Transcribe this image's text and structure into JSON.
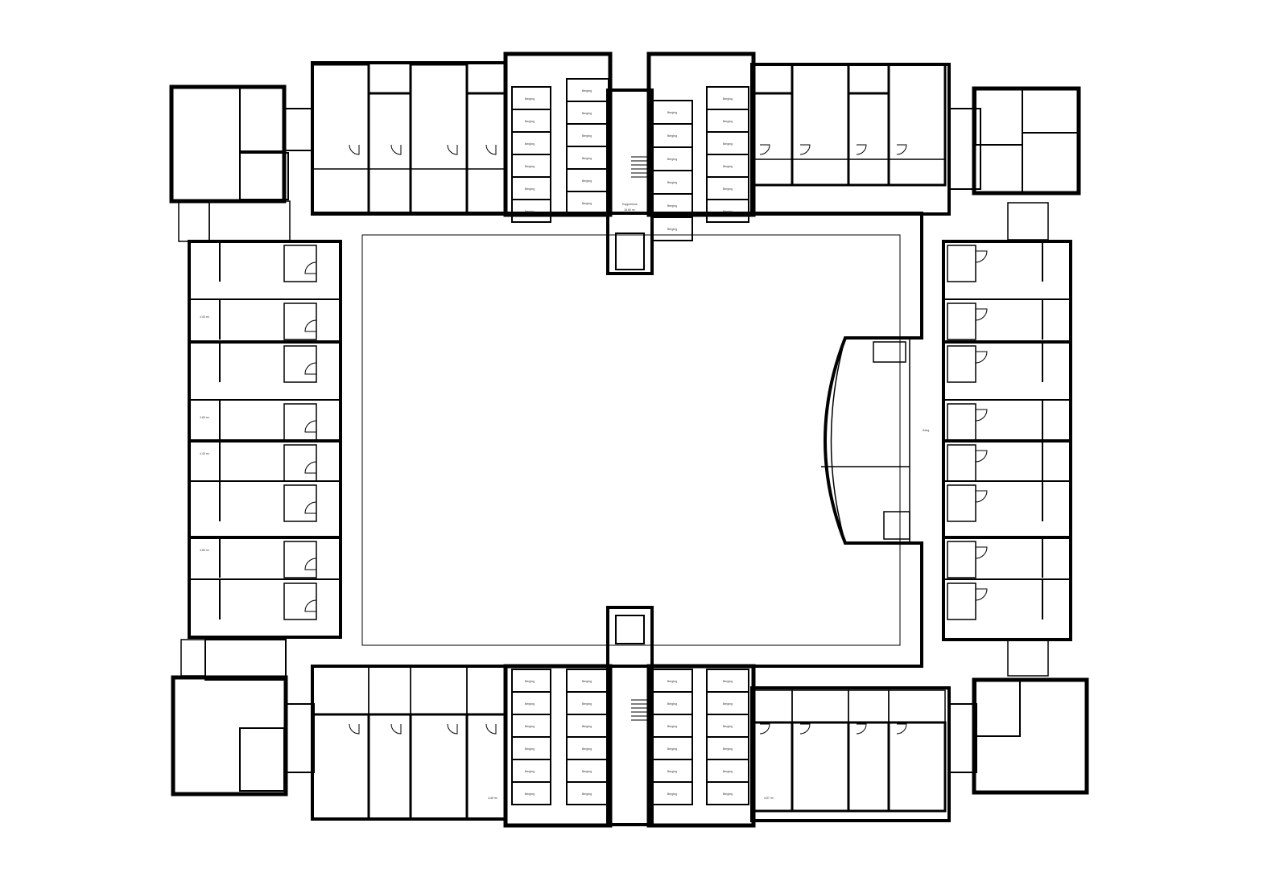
{
  "plan": {
    "title": "Floor plan",
    "storage_label": "Berging",
    "corridor_label": "Gang",
    "stair_label": "Trappenhuis",
    "courtyard_label": "",
    "storage_areas": [
      "4.40 m²",
      "4.60 m²",
      "4.40 m²",
      "4.80 m²",
      "4.40 m²",
      "4.57 m²"
    ],
    "stair_area": "18.60 m²",
    "colors": {
      "wall": "#000000",
      "background": "#ffffff"
    }
  }
}
